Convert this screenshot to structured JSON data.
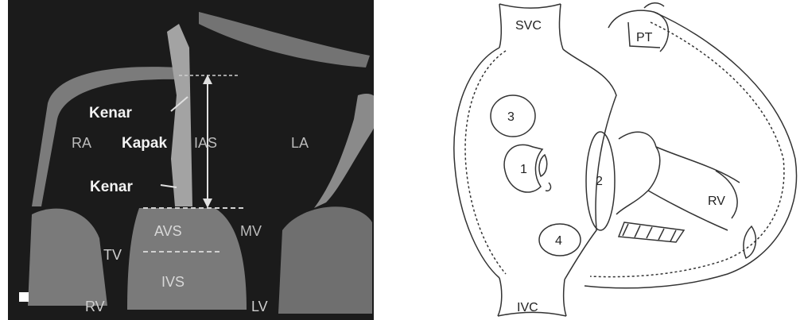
{
  "photo": {
    "labels": {
      "kenar_top": "Kenar",
      "kapak": "Kapak",
      "kenar_bottom": "Kenar",
      "ra": "RA",
      "ias": "IAS",
      "la": "LA",
      "avs": "AVS",
      "mv": "MV",
      "tv": "TV",
      "ivs": "IVS",
      "rv": "RV",
      "lv": "LV"
    }
  },
  "drawing": {
    "labels": {
      "svc": "SVC",
      "pt": "PT",
      "n3": "3",
      "n1": "1",
      "n2": "2",
      "n4": "4",
      "rv": "RV",
      "ivc": "IVC"
    }
  },
  "colors": {
    "photo_background": "#1b1b1b",
    "tissue": "#7a7a7a",
    "line_art": "#333333"
  }
}
